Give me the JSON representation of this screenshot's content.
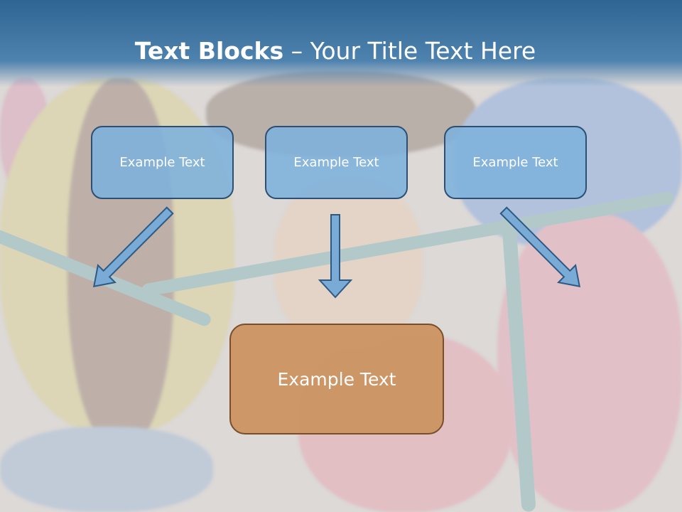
{
  "title": {
    "bold": "Text Blocks",
    "dash": " – ",
    "rest": "Your Title Text Here"
  },
  "blocks": [
    {
      "label": "Example Text"
    },
    {
      "label": "Example Text"
    },
    {
      "label": "Example Text"
    }
  ],
  "main_block": {
    "label": "Example Text"
  },
  "colors": {
    "title_band": "#2f6592",
    "block_fill": "#7db0dc",
    "block_border": "#2c4f72",
    "main_fill": "#cc9564",
    "main_border": "#7a4e2a",
    "arrow_fill": "#7aabd6"
  }
}
